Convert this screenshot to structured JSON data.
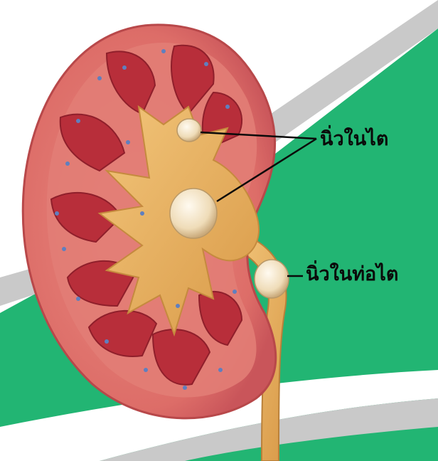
{
  "labels": {
    "kidney_stone": "นิ่วในไต",
    "ureter_stone": "นิ่วในท่อไต"
  },
  "colors": {
    "background": "#ffffff",
    "green_band": "#22b573",
    "gray_stripe": "#c9c9c9",
    "cortex": "#e06e6a",
    "cortex_edge": "#b8484a",
    "medulla": "#b82e3a",
    "pelvis": "#e8b262",
    "stone": "#f1e4c6",
    "leader_line": "#0a0a0a"
  },
  "icons": [
    "kidney-cross-section-illustration",
    "kidney-stone",
    "ureter-stone"
  ]
}
